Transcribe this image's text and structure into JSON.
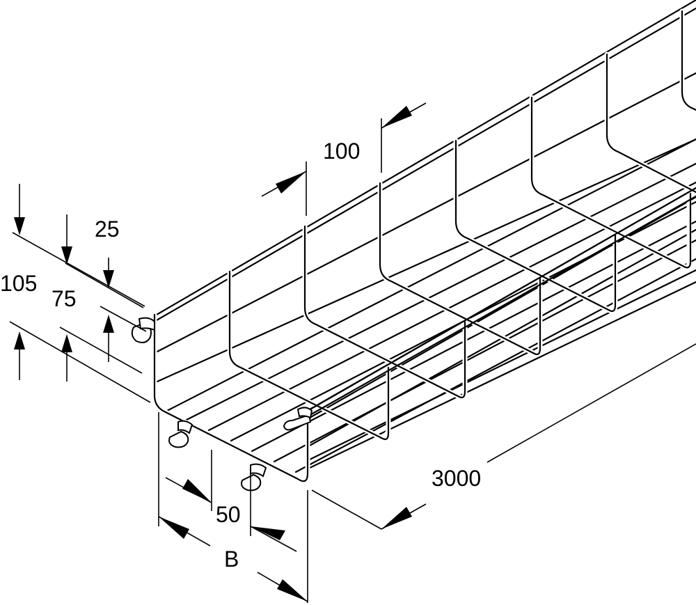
{
  "diagram": {
    "subject": "wire mesh cable tray",
    "dimensions": {
      "length": "3000",
      "mesh_pitch": "100",
      "width": "B",
      "bottom_mesh": "50",
      "height_total": "105",
      "height_usable": "75",
      "top_offset": "25"
    },
    "colors": {
      "line": "#000000",
      "background": "#ffffff"
    }
  }
}
